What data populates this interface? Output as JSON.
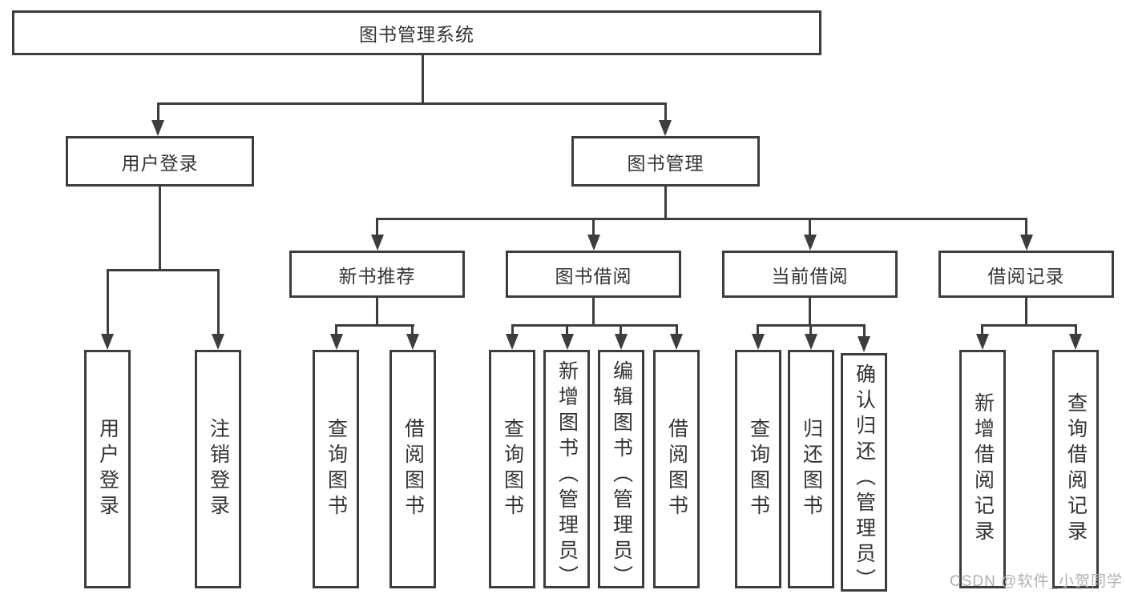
{
  "colors": {
    "line": "#3d3d3d",
    "text": "#333333",
    "watermark": "#b0b0b0",
    "background": "#ffffff"
  },
  "diagram": {
    "title": "图书管理系统",
    "root": {
      "label": "图书管理系统"
    },
    "level1": [
      {
        "label": "用户登录"
      },
      {
        "label": "图书管理"
      }
    ],
    "level2": [
      {
        "label": "新书推荐"
      },
      {
        "label": "图书借阅"
      },
      {
        "label": "当前借阅"
      },
      {
        "label": "借阅记录"
      }
    ],
    "leaves": {
      "user_login": [
        {
          "label": "用户登录"
        },
        {
          "label": "注销登录"
        }
      ],
      "new_book": [
        {
          "label": "查询图书"
        },
        {
          "label": "借阅图书"
        }
      ],
      "book_borrow": [
        {
          "label": "查询图书"
        },
        {
          "label": "新增图书（管理员）"
        },
        {
          "label": "编辑图书（管理员）"
        },
        {
          "label": "借阅图书"
        }
      ],
      "current_borrow": [
        {
          "label": "查询图书"
        },
        {
          "label": "归还图书"
        },
        {
          "label": "确认归还（管理员）"
        }
      ],
      "borrow_records": [
        {
          "label": "新增借阅记录"
        },
        {
          "label": "查询借阅记录"
        }
      ]
    }
  },
  "watermark": {
    "text": "CSDN @软件_小贺同学"
  }
}
